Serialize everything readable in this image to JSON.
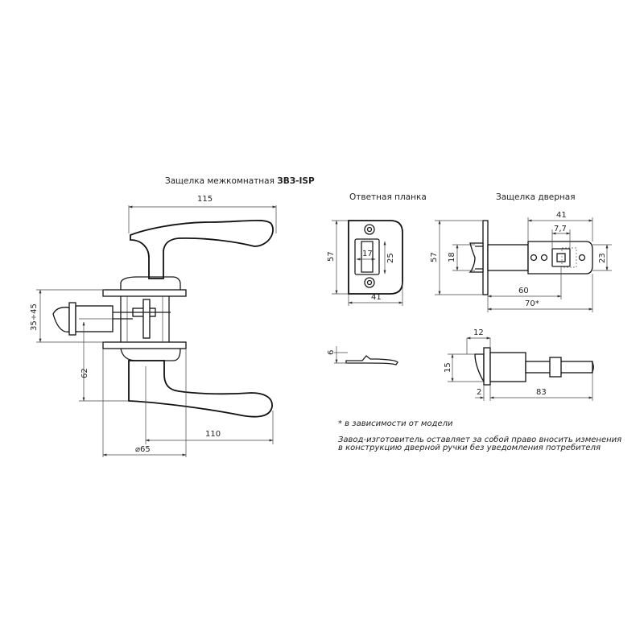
{
  "titles": {
    "main_prefix": "Защелка межкомнатная ",
    "main_model": "ЗВЗ-ISP",
    "strike_plate": "Ответная планка",
    "door_latch": "Защелка дверная"
  },
  "dimensions": {
    "handle_length": "115",
    "door_thickness": "35÷45",
    "axis_height": "62",
    "lever_projection": "110",
    "rosette_diameter": "⌀65",
    "plate_height": "57",
    "plate_width": "41",
    "plate_window_width": "17",
    "plate_window_height": "25",
    "plate_thickness": "6",
    "latch_face_height": "57",
    "latch_bolt_height": "18",
    "latch_body_width": "41",
    "latch_square": "7,7",
    "latch_body_height": "23",
    "latch_backset": "60",
    "latch_total": "70*",
    "bolt_projection": "12",
    "bolt_height": "15",
    "faceplate_thickness": "2",
    "latch_length": "83"
  },
  "notes": {
    "model_dependency": "* в зависимости от модели",
    "disclaimer_line1": "Завод-изготовитель оставляет за собой право вносить изменения",
    "disclaimer_line2": "в конструкцию дверной ручки без уведомления потребителя"
  }
}
